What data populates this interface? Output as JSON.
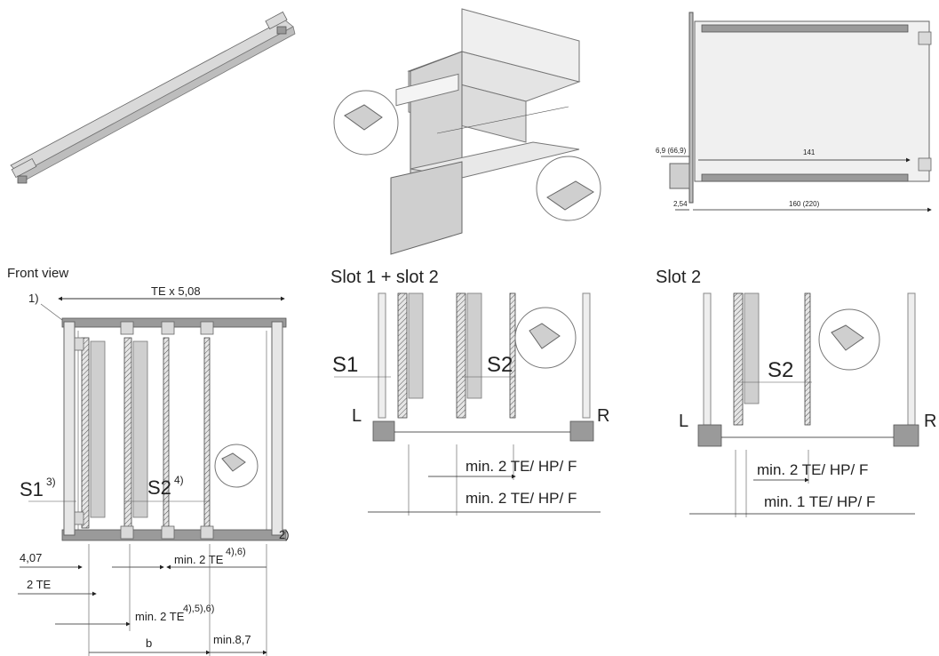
{
  "top_right": {
    "dim_left_offset": "6,9 (66,9)",
    "dim_inner": "141",
    "dim_rail_thickness": "2,54",
    "dim_depth": "160 (220)"
  },
  "front_view": {
    "title": "Front view",
    "width_label": "TE x 5,08",
    "note_1": "1)",
    "note_2": "2)",
    "s1": "S1",
    "s1_sup": "3)",
    "s2": "S2",
    "s2_sup": "4)",
    "dim_407": "4,07",
    "dim_2te": "2 TE",
    "dim_min2te_a": "min. 2 TE",
    "dim_min2te_a_sup": "4),6)",
    "dim_min2te_b": "min. 2 TE",
    "dim_min2te_b_sup": "4),5),6)",
    "dim_b": "b",
    "dim_min87": "min.8,7"
  },
  "slot12": {
    "title": "Slot 1 + slot 2",
    "s1": "S1",
    "s2": "S2",
    "left": "L",
    "right": "R",
    "dim_a": "min. 2 TE/ HP/ F",
    "dim_b": "min. 2 TE/ HP/ F"
  },
  "slot2": {
    "title": "Slot 2",
    "s2": "S2",
    "left": "L",
    "right": "R",
    "dim_a": "min. 2 TE/ HP/ F",
    "dim_b": "min. 1 TE/ HP/ F"
  }
}
